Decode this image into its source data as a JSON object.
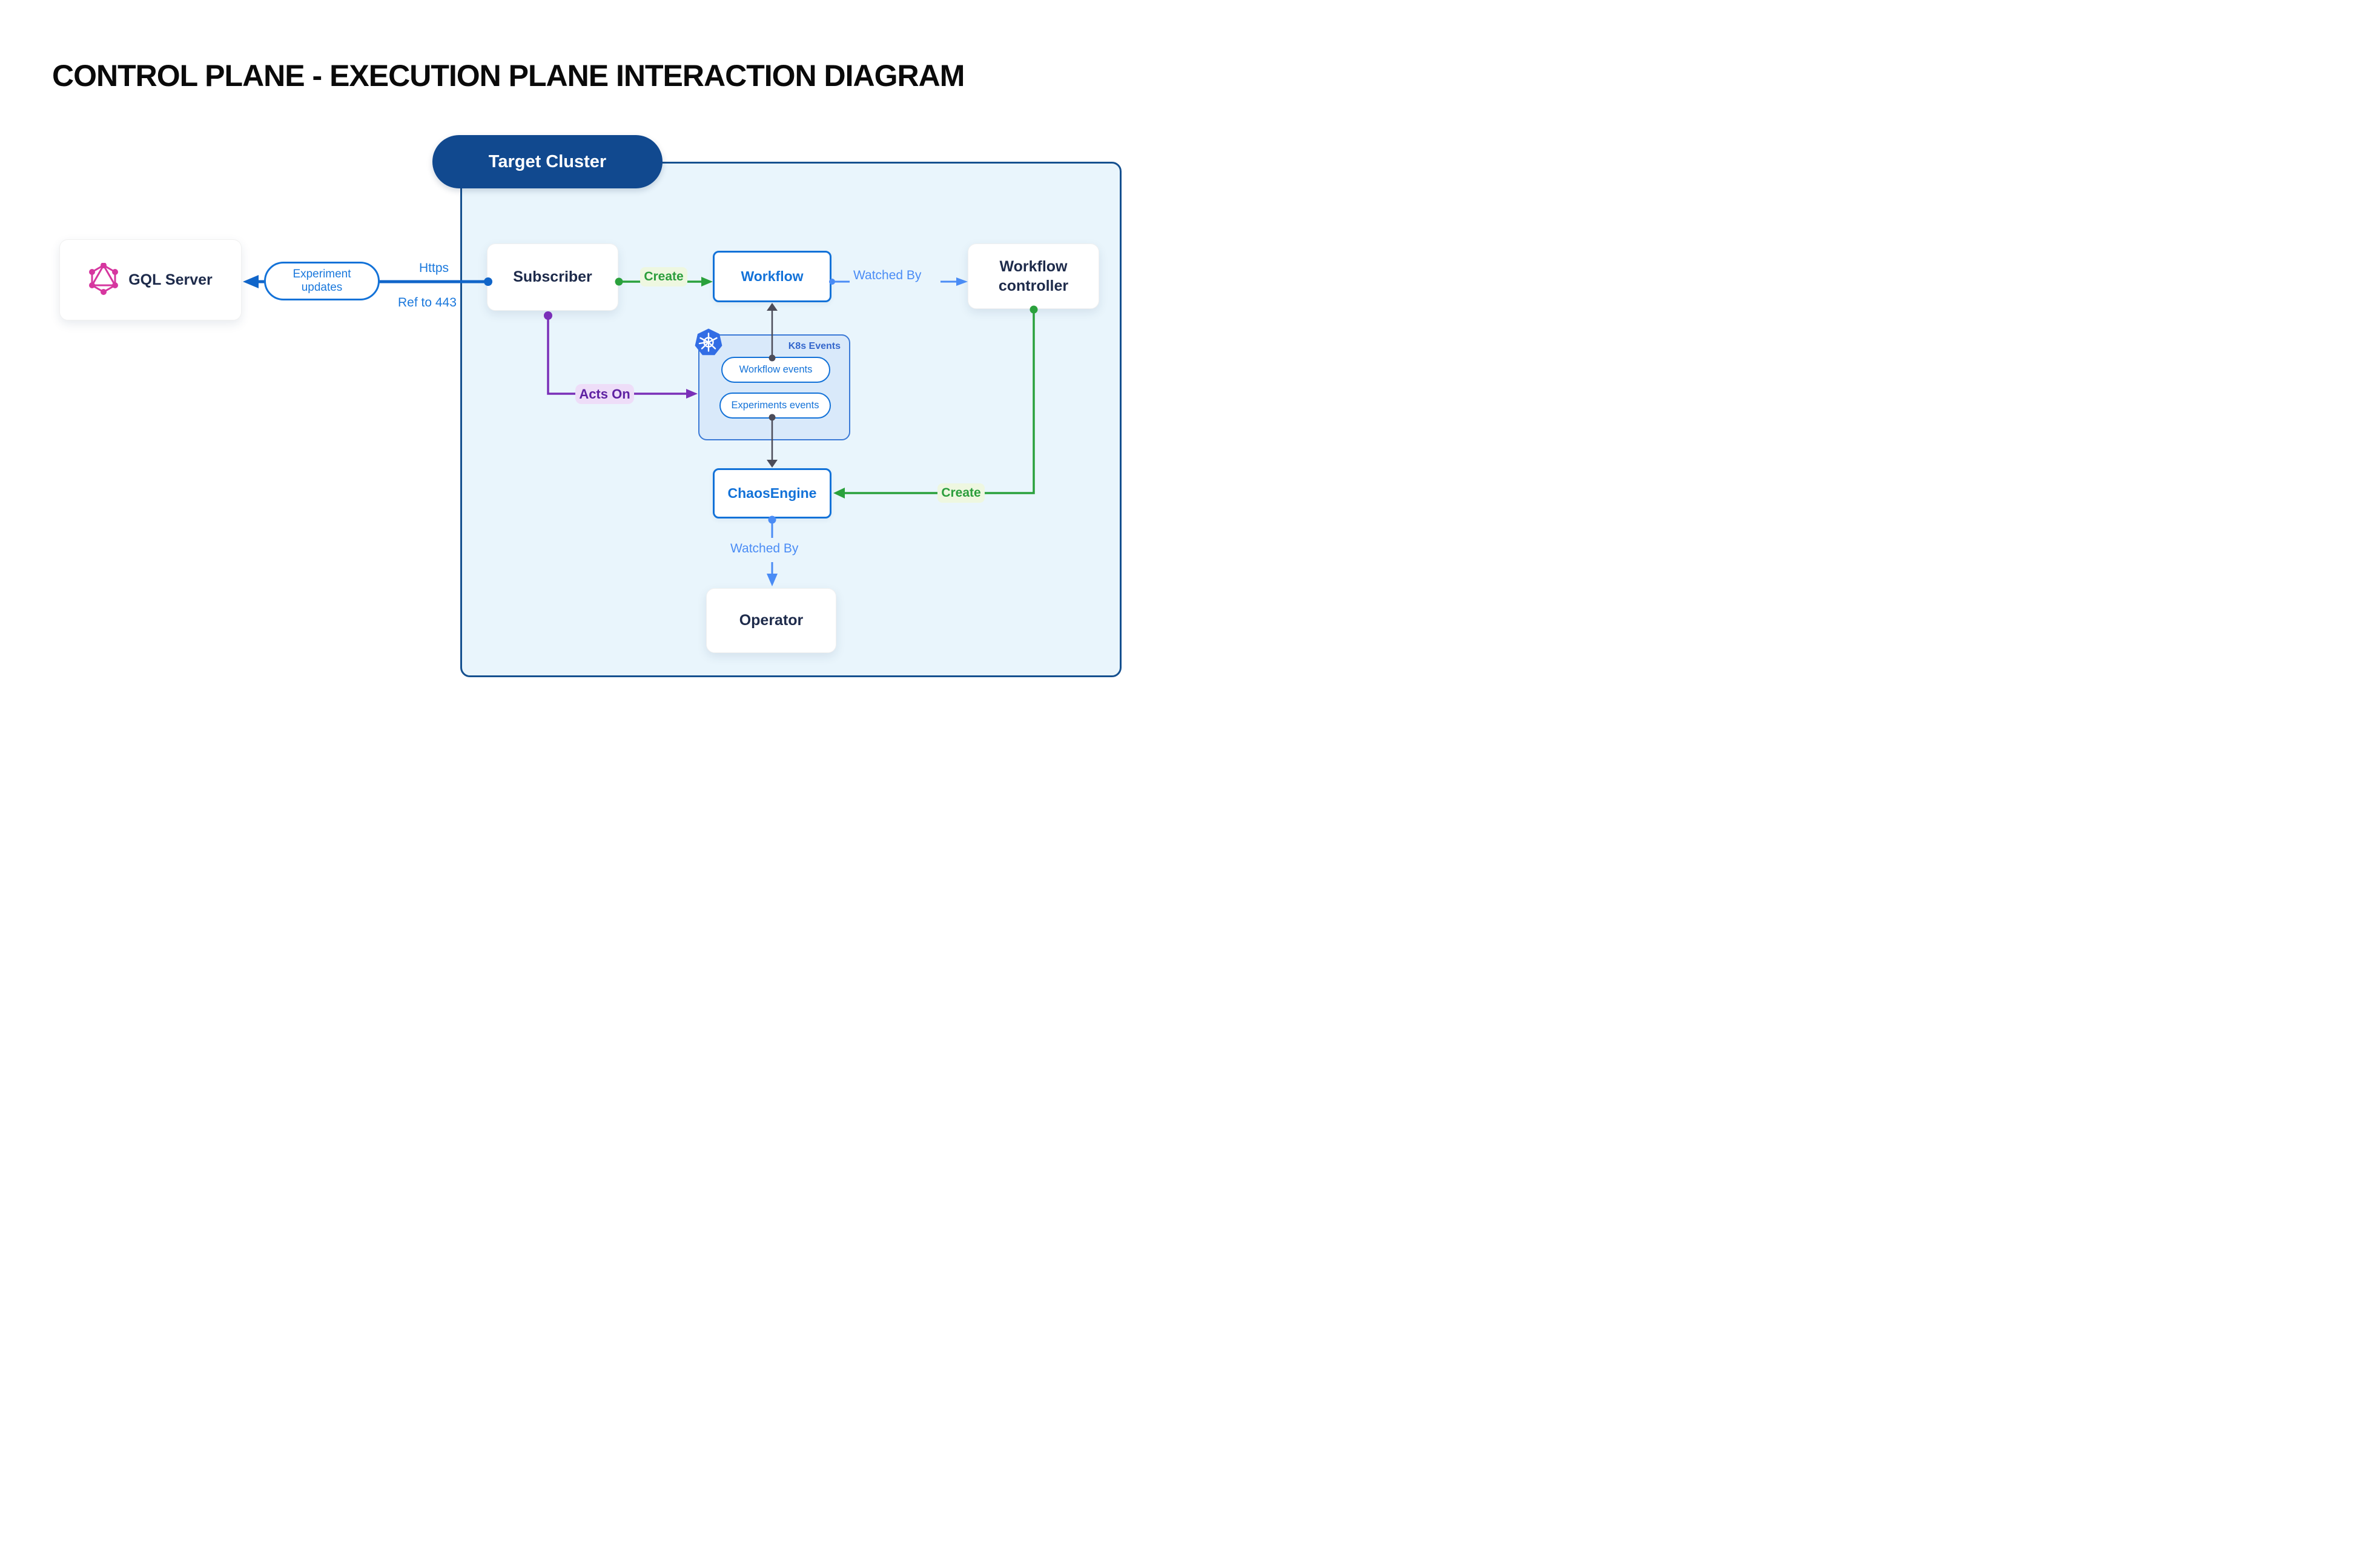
{
  "title": "CONTROL PLANE - EXECUTION PLANE INTERACTION DIAGRAM",
  "cluster": {
    "label": "Target Cluster"
  },
  "nodes": {
    "gql_server": "GQL Server",
    "subscriber": "Subscriber",
    "workflow": "Workflow",
    "workflow_controller": "Workflow controller",
    "chaos_engine": "ChaosEngine",
    "operator": "Operator",
    "k8s_events_group": "K8s Events",
    "workflow_events": "Workflow events",
    "experiments_events": "Experiments events"
  },
  "edges": {
    "experiment_updates": "Experiment updates",
    "https": "Https",
    "ref_to_443": "Ref to 443",
    "create_left": "Create",
    "watched_by_top": "Watched By",
    "acts_on": "Acts On",
    "create_right": "Create",
    "watched_by_bottom": "Watched By"
  },
  "icons": {
    "graphql": "graphql-icon",
    "kubernetes": "kubernetes-icon"
  },
  "colors": {
    "cluster_fill": "#e9f5fc",
    "cluster_border": "#15508f",
    "target_pill": "#11498f",
    "navy_text": "#1e2b4b",
    "node_blue": "#1372d8",
    "line_blue": "#1065c9",
    "line_green": "#2aa13c",
    "line_purple": "#7a2fb8",
    "line_light_blue": "#4a8cf5",
    "line_slate": "#4c4c59",
    "k8s_fill": "#d9e9fa",
    "k8s_icon_blue": "#326de5",
    "graphql_pink": "#d6369f",
    "create_tag_bg": "#eef7e0",
    "acts_on_tag_bg": "#eeddf8"
  }
}
